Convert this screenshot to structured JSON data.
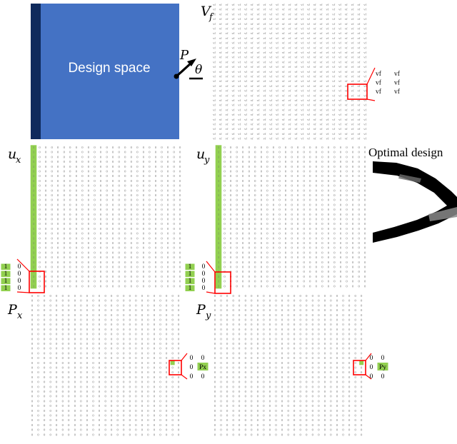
{
  "design_space": {
    "label": "Design space",
    "fill_color": "#4472c4",
    "support_color": "#0f2a5c",
    "load_symbol": "P",
    "angle_symbol": "θ"
  },
  "panels": {
    "vf": {
      "symbol": "V",
      "subscript": "f",
      "cell_text": "vf",
      "zoom_rows": [
        [
          "vf",
          "vf"
        ],
        [
          "vf",
          "vf"
        ],
        [
          "vf",
          "vf"
        ]
      ]
    },
    "ux": {
      "symbol": "u",
      "subscript": "x",
      "cell_text": "0",
      "fixed_text": "1",
      "zoom_rows": [
        [
          "1",
          "0"
        ],
        [
          "1",
          "0"
        ],
        [
          "1",
          "0"
        ],
        [
          "1",
          "0"
        ]
      ]
    },
    "uy": {
      "symbol": "u",
      "subscript": "y",
      "cell_text": "0",
      "fixed_text": "1",
      "zoom_rows": [
        [
          "1",
          "0"
        ],
        [
          "1",
          "0"
        ],
        [
          "1",
          "0"
        ],
        [
          "1",
          "0"
        ]
      ]
    },
    "px": {
      "symbol": "P",
      "subscript": "x",
      "cell_text": "0",
      "zoom_rows": [
        [
          "0",
          "0"
        ],
        [
          "0",
          "Px"
        ],
        [
          "0",
          "0"
        ]
      ]
    },
    "py": {
      "symbol": "P",
      "subscript": "y",
      "cell_text": "0",
      "zoom_rows": [
        [
          "0",
          "0"
        ],
        [
          "0",
          "Py"
        ],
        [
          "0",
          "0"
        ]
      ]
    }
  },
  "optimal": {
    "label": "Optimal design"
  },
  "colors": {
    "highlight": "#92d050",
    "callout": "#ff0000",
    "grid_text": "#6e6e6e"
  }
}
